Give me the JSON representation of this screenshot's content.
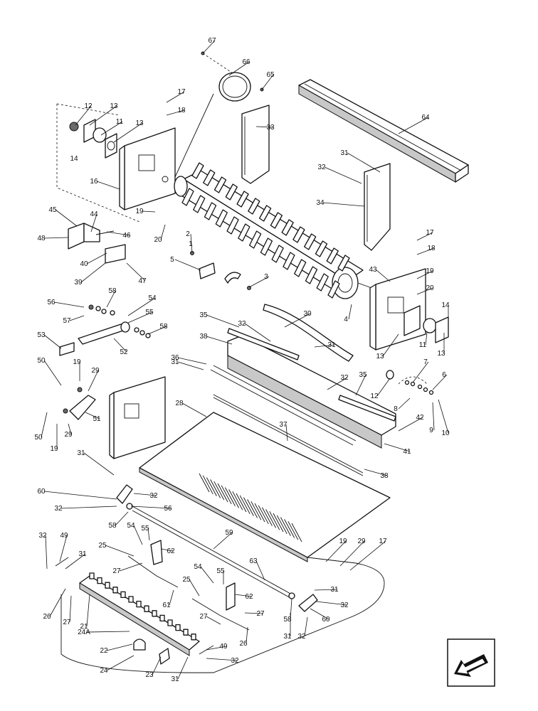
{
  "callouts": [
    {
      "id": "c67",
      "text": "67"
    },
    {
      "id": "c66",
      "text": "66"
    },
    {
      "id": "c65",
      "text": "65"
    },
    {
      "id": "c64",
      "text": "64"
    },
    {
      "id": "c17a",
      "text": "17"
    },
    {
      "id": "c18a",
      "text": "18"
    },
    {
      "id": "c12a",
      "text": "12"
    },
    {
      "id": "c13a",
      "text": "13"
    },
    {
      "id": "c11a",
      "text": "11"
    },
    {
      "id": "c13b",
      "text": "13"
    },
    {
      "id": "c14a",
      "text": "14"
    },
    {
      "id": "c16",
      "text": "16"
    },
    {
      "id": "c33",
      "text": "33"
    },
    {
      "id": "c31a",
      "text": "31"
    },
    {
      "id": "c32a",
      "text": "32"
    },
    {
      "id": "c34",
      "text": "34"
    },
    {
      "id": "c19a",
      "text": "19"
    },
    {
      "id": "c20a",
      "text": "20"
    },
    {
      "id": "c45",
      "text": "45"
    },
    {
      "id": "c44",
      "text": "44"
    },
    {
      "id": "c48",
      "text": "48"
    },
    {
      "id": "c46",
      "text": "46"
    },
    {
      "id": "c2",
      "text": "2"
    },
    {
      "id": "c1",
      "text": "1"
    },
    {
      "id": "c40",
      "text": "40"
    },
    {
      "id": "c5",
      "text": "5"
    },
    {
      "id": "c3",
      "text": "3"
    },
    {
      "id": "c39",
      "text": "39"
    },
    {
      "id": "c47",
      "text": "47"
    },
    {
      "id": "c17b",
      "text": "17"
    },
    {
      "id": "c18b",
      "text": "18"
    },
    {
      "id": "c43",
      "text": "43"
    },
    {
      "id": "c19b",
      "text": "19"
    },
    {
      "id": "c20b",
      "text": "20"
    },
    {
      "id": "c4",
      "text": "4"
    },
    {
      "id": "c14b",
      "text": "14"
    },
    {
      "id": "c56a",
      "text": "56"
    },
    {
      "id": "c58a",
      "text": "58"
    },
    {
      "id": "c54a",
      "text": "54"
    },
    {
      "id": "c55a",
      "text": "55"
    },
    {
      "id": "c57",
      "text": "57"
    },
    {
      "id": "c58b",
      "text": "58"
    },
    {
      "id": "c53",
      "text": "53"
    },
    {
      "id": "c52",
      "text": "52"
    },
    {
      "id": "c35a",
      "text": "35"
    },
    {
      "id": "c32b",
      "text": "32"
    },
    {
      "id": "c30",
      "text": "30"
    },
    {
      "id": "c38a",
      "text": "38"
    },
    {
      "id": "c31b",
      "text": "31"
    },
    {
      "id": "c13c",
      "text": "13"
    },
    {
      "id": "c11b",
      "text": "11"
    },
    {
      "id": "c13d",
      "text": "13"
    },
    {
      "id": "c50a",
      "text": "50"
    },
    {
      "id": "c19c",
      "text": "19"
    },
    {
      "id": "c29a",
      "text": "29"
    },
    {
      "id": "c36",
      "text": "36"
    },
    {
      "id": "c31c",
      "text": "31"
    },
    {
      "id": "c32c",
      "text": "32"
    },
    {
      "id": "c35b",
      "text": "35"
    },
    {
      "id": "c7",
      "text": "7"
    },
    {
      "id": "c12b",
      "text": "12"
    },
    {
      "id": "c6",
      "text": "6"
    },
    {
      "id": "c8",
      "text": "8"
    },
    {
      "id": "c51",
      "text": "51"
    },
    {
      "id": "c50b",
      "text": "50"
    },
    {
      "id": "c19d",
      "text": "19"
    },
    {
      "id": "c29b",
      "text": "29"
    },
    {
      "id": "c28",
      "text": "28"
    },
    {
      "id": "c37",
      "text": "37"
    },
    {
      "id": "c42",
      "text": "42"
    },
    {
      "id": "c9",
      "text": "9"
    },
    {
      "id": "c10",
      "text": "10"
    },
    {
      "id": "c41",
      "text": "41"
    },
    {
      "id": "c38b",
      "text": "38"
    },
    {
      "id": "c31d",
      "text": "31"
    },
    {
      "id": "c60a",
      "text": "60"
    },
    {
      "id": "c32d",
      "text": "32"
    },
    {
      "id": "c32e",
      "text": "32"
    },
    {
      "id": "c56b",
      "text": "56"
    },
    {
      "id": "c58c",
      "text": "58"
    },
    {
      "id": "c54b",
      "text": "54"
    },
    {
      "id": "c55b",
      "text": "55"
    },
    {
      "id": "c59",
      "text": "59"
    },
    {
      "id": "c32f",
      "text": "32"
    },
    {
      "id": "c49a",
      "text": "49"
    },
    {
      "id": "c25a",
      "text": "25"
    },
    {
      "id": "c62a",
      "text": "62"
    },
    {
      "id": "c31e",
      "text": "31"
    },
    {
      "id": "c19e",
      "text": "19"
    },
    {
      "id": "c29c",
      "text": "29"
    },
    {
      "id": "c17c",
      "text": "17"
    },
    {
      "id": "c27a",
      "text": "27"
    },
    {
      "id": "c63",
      "text": "63"
    },
    {
      "id": "c54c",
      "text": "54"
    },
    {
      "id": "c55c",
      "text": "55"
    },
    {
      "id": "c25b",
      "text": "25"
    },
    {
      "id": "c62b",
      "text": "62"
    },
    {
      "id": "c31f",
      "text": "31"
    },
    {
      "id": "c26a",
      "text": "26"
    },
    {
      "id": "c27b",
      "text": "27"
    },
    {
      "id": "c61",
      "text": "61"
    },
    {
      "id": "c32g",
      "text": "32"
    },
    {
      "id": "c27c",
      "text": "27"
    },
    {
      "id": "c58d",
      "text": "58"
    },
    {
      "id": "c60b",
      "text": "60"
    },
    {
      "id": "c21",
      "text": "21"
    },
    {
      "id": "c27d",
      "text": "27"
    },
    {
      "id": "c26b",
      "text": "26"
    },
    {
      "id": "c31g",
      "text": "31"
    },
    {
      "id": "c32h",
      "text": "32"
    },
    {
      "id": "c24A",
      "text": "24A"
    },
    {
      "id": "c22",
      "text": "22"
    },
    {
      "id": "c49b",
      "text": "49"
    },
    {
      "id": "c24",
      "text": "24"
    },
    {
      "id": "c23",
      "text": "23"
    },
    {
      "id": "c31h",
      "text": "31"
    },
    {
      "id": "c32i",
      "text": "32"
    }
  ],
  "nav_icon": {
    "name": "next-page-arrow-icon"
  }
}
